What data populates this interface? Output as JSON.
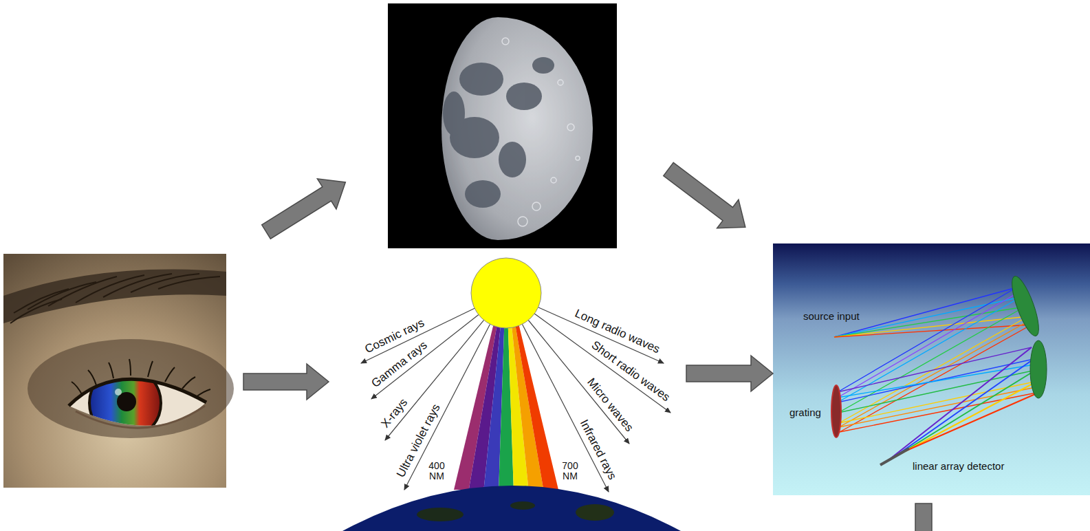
{
  "diagram": {
    "nodes": [
      {
        "text": [
          "Cosmic rays",
          "Gamma rays",
          "X-rays",
          "Ultra violet rays",
          "400 NM",
          "700 NM",
          "Long radio waves",
          "Short radio waves",
          "Micro waves",
          "Infrared rays"
        ]
      },
      {
        "text": [
          "source input",
          "grating",
          "linear array detector"
        ]
      }
    ],
    "edges": [
      {
        "from": 0,
        "to": 1,
        "arrow": "to"
      }
    ]
  }
}
